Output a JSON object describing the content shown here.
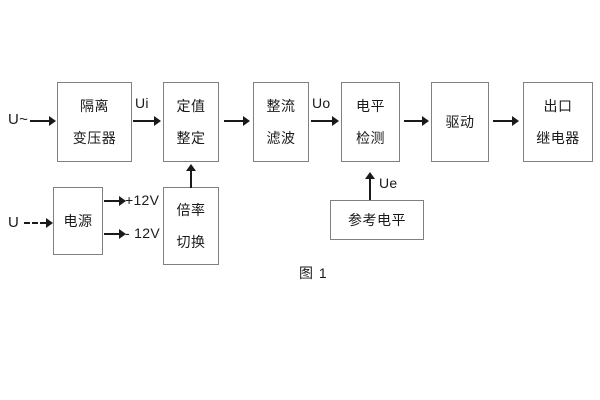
{
  "diagram": {
    "caption": "图 1",
    "inputs": [
      {
        "id": "ac-input",
        "label": "U~",
        "arrow_style": "solid"
      },
      {
        "id": "dc-input",
        "label": "U",
        "arrow_style": "dashed"
      }
    ],
    "blocks": [
      {
        "id": "isolation-transformer",
        "lines": [
          "隔离",
          "变压器"
        ]
      },
      {
        "id": "setting-value",
        "lines": [
          "定值",
          "整定"
        ]
      },
      {
        "id": "rectify-filter",
        "lines": [
          "整流",
          "滤波"
        ]
      },
      {
        "id": "level-detection",
        "lines": [
          "电平",
          "检测"
        ]
      },
      {
        "id": "drive",
        "lines": [
          "驱动"
        ]
      },
      {
        "id": "output-relay",
        "lines": [
          "出口",
          "继电器"
        ]
      },
      {
        "id": "power-supply",
        "lines": [
          "电源"
        ]
      },
      {
        "id": "multiplier-switch",
        "lines": [
          "倍率",
          "切换"
        ]
      },
      {
        "id": "reference-level",
        "lines": [
          "参考电平"
        ]
      }
    ],
    "signal_labels": [
      {
        "id": "ui",
        "text": "Ui"
      },
      {
        "id": "uo",
        "text": "Uo"
      },
      {
        "id": "ue",
        "text": "Ue"
      }
    ],
    "power_rails": [
      {
        "id": "rail-positive",
        "text": "+12V"
      },
      {
        "id": "rail-negative",
        "text": "- 12V"
      }
    ]
  }
}
